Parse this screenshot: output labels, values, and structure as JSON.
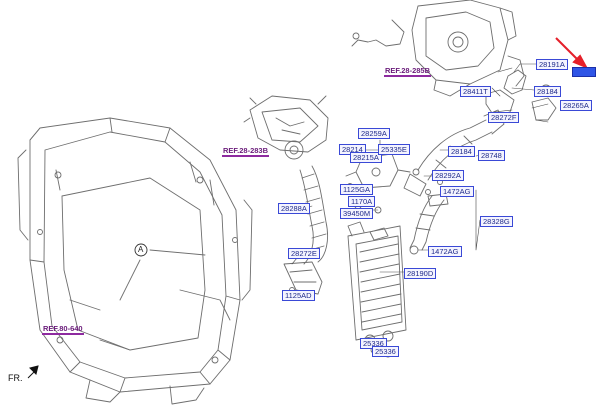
{
  "colors": {
    "line": "#6e6e6e",
    "label_border": "#3a49d6",
    "label_text": "#1f2a8a",
    "ref_text": "#6a1b7a",
    "arrow": "#e5202a",
    "highlight": "#2f55e6"
  },
  "refs": [
    "REF.28-285B",
    "REF.28-283B",
    "REF.80-640"
  ],
  "parts": [
    "28191A",
    "28184",
    "28265A",
    "28411T",
    "28272F",
    "28259A",
    "28214",
    "28215A",
    "25335E",
    "28184",
    "28748",
    "28292A",
    "1125GA",
    "1170A",
    "39450M",
    "1472AG",
    "28328G",
    "28288A",
    "28272E",
    "1125AD",
    "1472AG",
    "28190D",
    "25336",
    "25336"
  ],
  "callout": "A",
  "direction": "FR."
}
